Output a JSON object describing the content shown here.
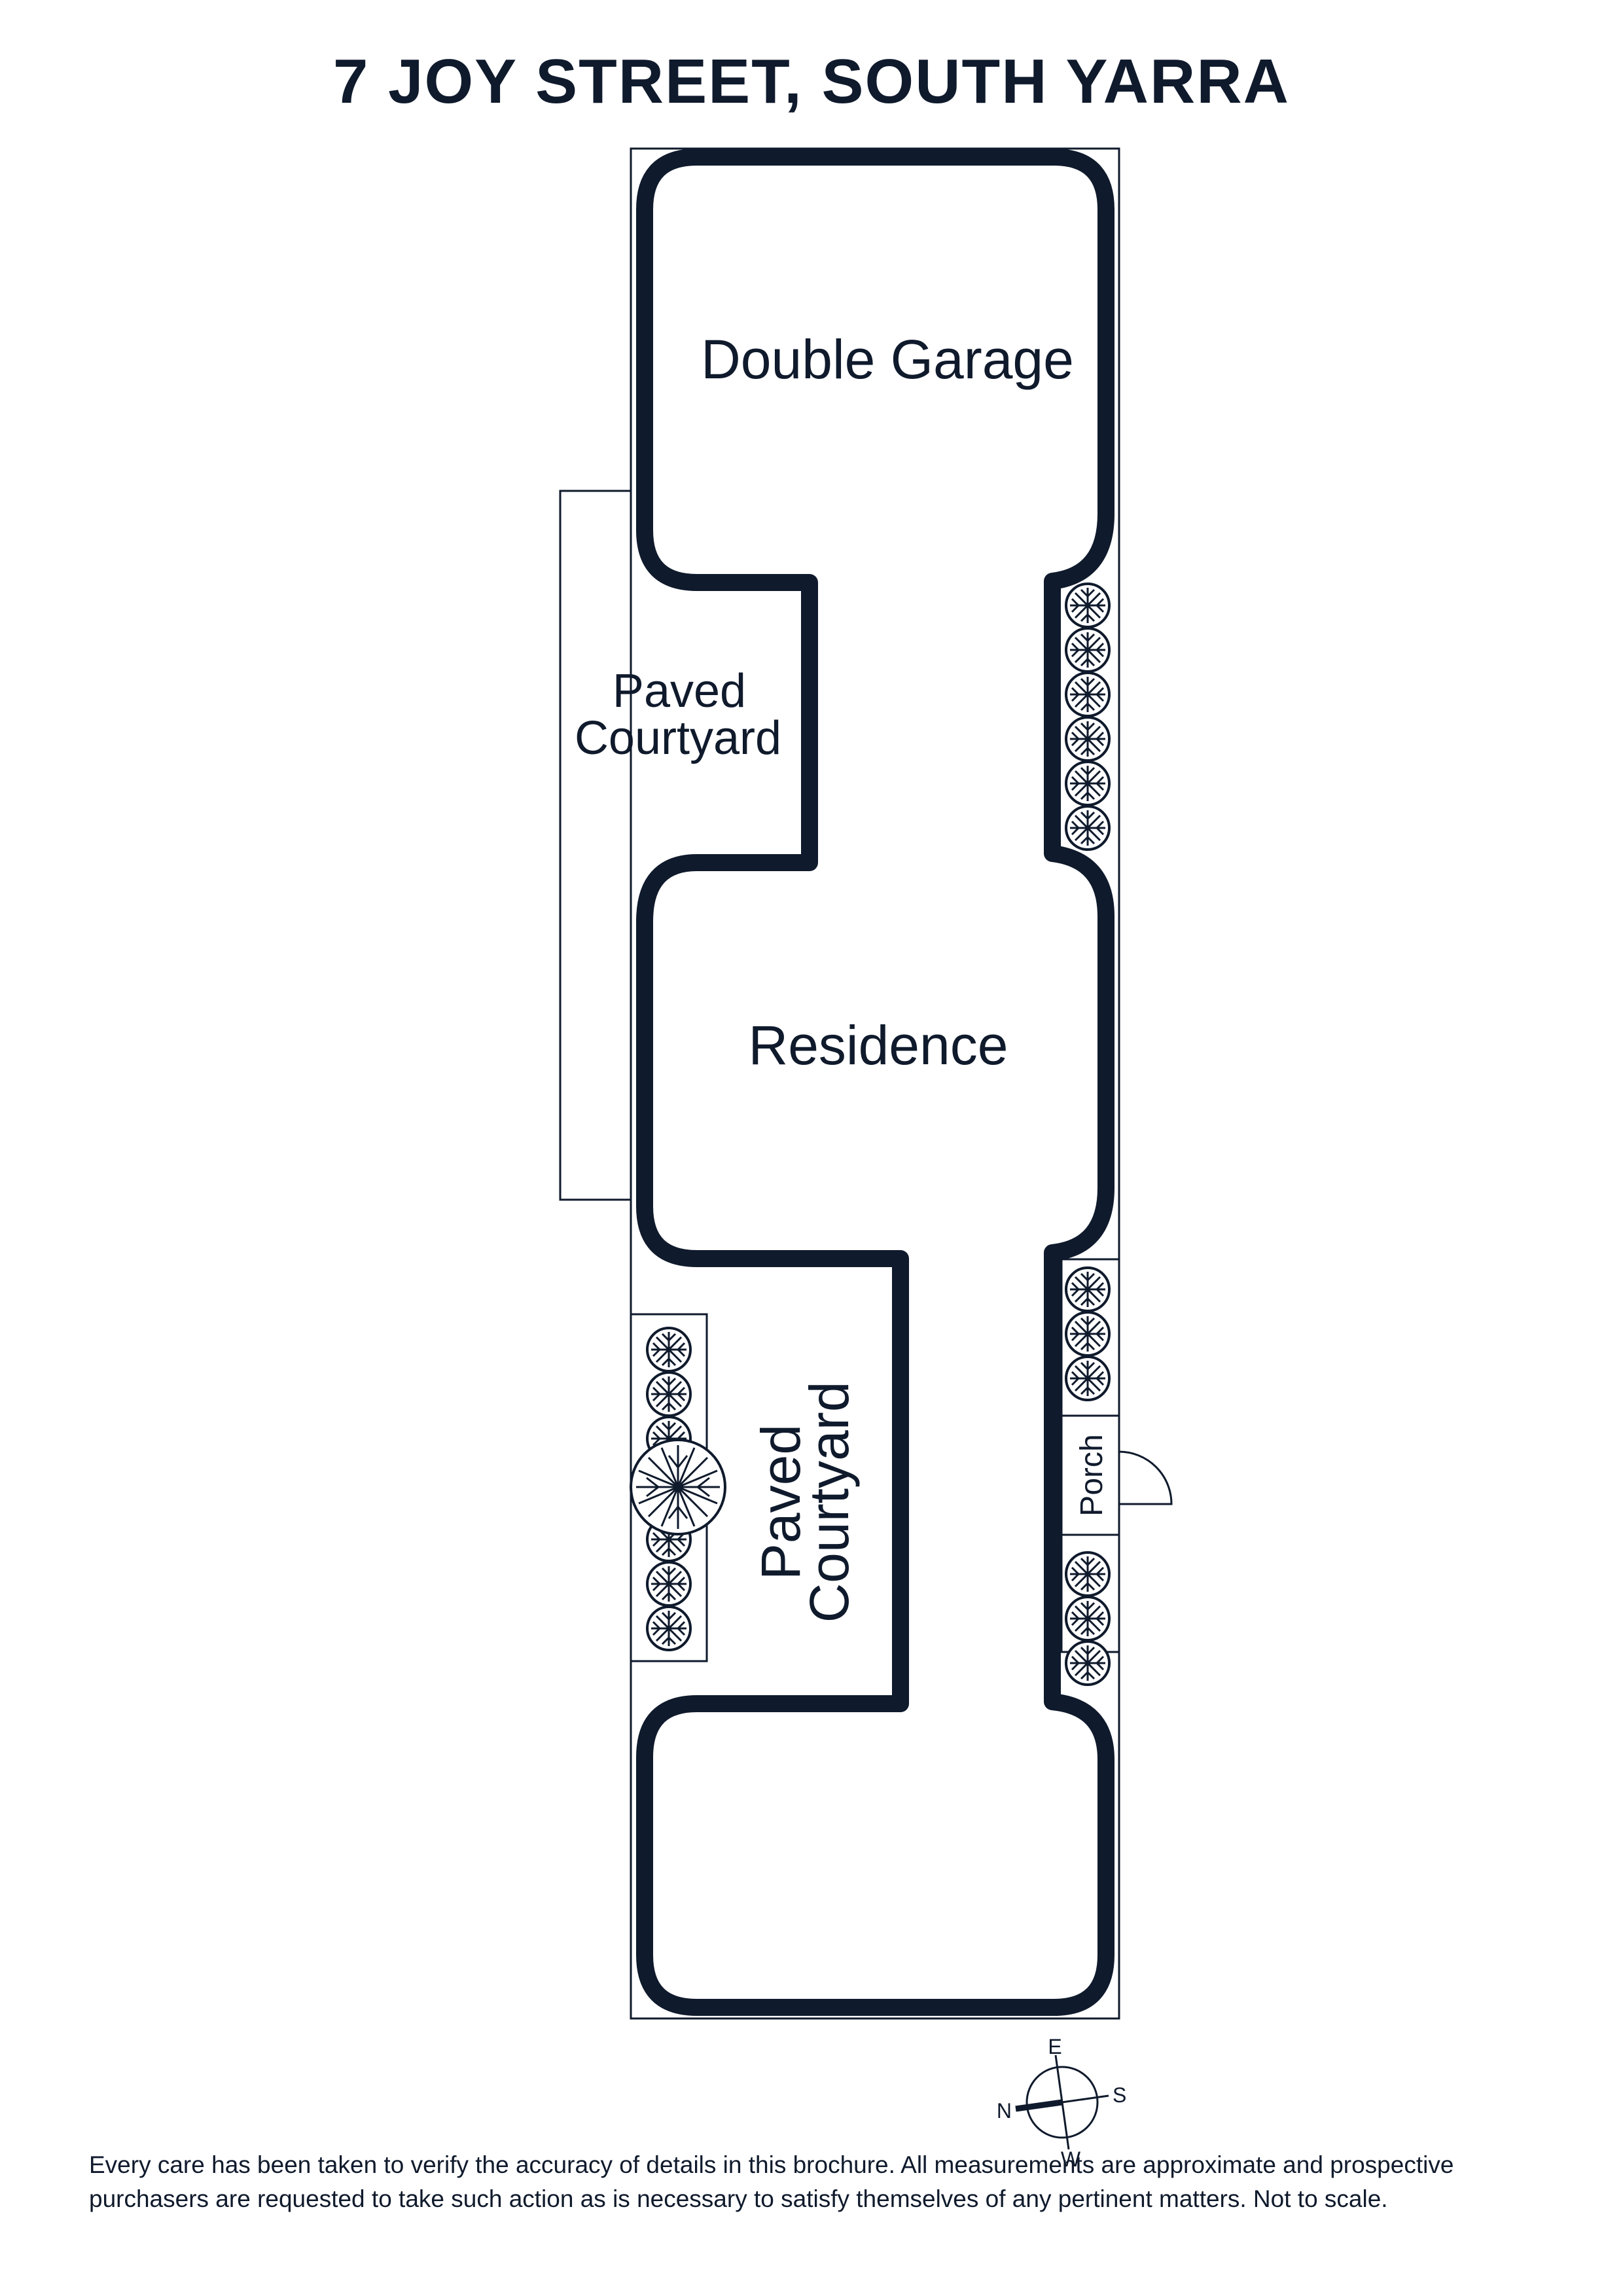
{
  "title": "7 JOY STREET, SOUTH YARRA",
  "rooms": {
    "garage": "Double Garage",
    "courtyard_upper_line1": "Paved",
    "courtyard_upper_line2": "Courtyard",
    "residence": "Residence",
    "courtyard_lower_line1": "Paved",
    "courtyard_lower_line2": "Courtyard",
    "porch": "Porch"
  },
  "compass": {
    "north": "N",
    "east": "E",
    "south": "S",
    "west": "W"
  },
  "disclaimer": "Every care has been taken to verify the accuracy of details in this brochure. All measurements are approximate and prospective purchasers are requested to take such action as is necessary to satisfy themselves of any pertinent matters. Not to scale.",
  "colors": {
    "ink": "#0f1a2c",
    "background": "#ffffff"
  }
}
